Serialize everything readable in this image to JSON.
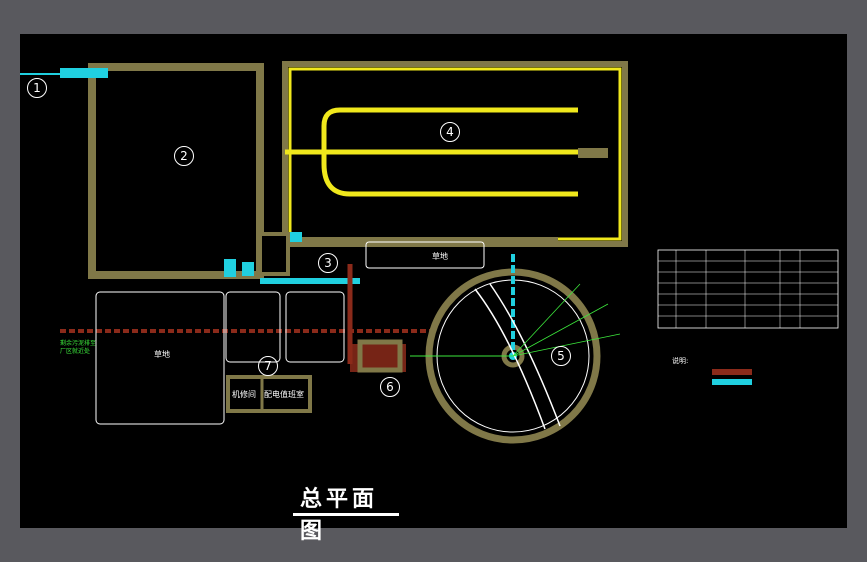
{
  "drawing": {
    "title": "总平面图",
    "colors": {
      "background": "#000000",
      "frame": "#59595e",
      "wall": "#807848",
      "yellow": "#f0e81c",
      "cyan": "#20d0e0",
      "pipe_red": "#8b2a1a",
      "green_text": "#3ce83c",
      "white": "#ffffff"
    },
    "markers": [
      {
        "id": "m1",
        "label": "1"
      },
      {
        "id": "m2",
        "label": "2"
      },
      {
        "id": "m3",
        "label": "3"
      },
      {
        "id": "m4",
        "label": "4"
      },
      {
        "id": "m5",
        "label": "5"
      },
      {
        "id": "m6",
        "label": "6"
      },
      {
        "id": "m7",
        "label": "7"
      }
    ],
    "areas": {
      "lawn_left": "草地",
      "lawn_top": "草地",
      "room_a": "机修间",
      "room_b": "配电值班室"
    },
    "left_note": "剩余污泥排至厂区就近处",
    "notes_title": "说明:"
  }
}
